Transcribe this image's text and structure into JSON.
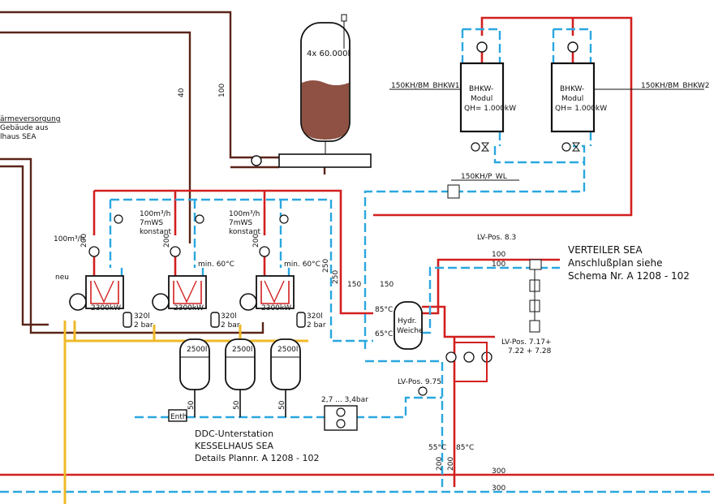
{
  "tank": {
    "capacity": "4x 60.000l"
  },
  "pipe_sizes": {
    "s40": "40",
    "s50": "50",
    "s100": "100",
    "s150": "150",
    "s200": "200",
    "s250": "250",
    "s300": "300"
  },
  "labels": {
    "heating_title": "ärmeversorgung",
    "heating_line2": "Gebäude aus",
    "heating_line3": "lhaus SEA",
    "softener": "Enth",
    "pressure_range": "2,7 ... 3,4bar",
    "lv_975": "LV-Pos. 9.75",
    "lv_717": "LV-Pos. 7.17+",
    "lv_722": "7.22 + 7.28",
    "lv_83": "LV-Pos. 8.3"
  },
  "boilers": [
    {
      "flow": "100m³/h",
      "tag": "neu",
      "power": "2300kW",
      "vessel": "320l",
      "pressure": "2 bar"
    },
    {
      "flow": "100m³/h",
      "head": "7mWS",
      "mode": "konstant",
      "min_temp": "min. 60°C",
      "power": "2300kW",
      "vessel": "320l",
      "pressure": "2 bar"
    },
    {
      "flow": "100m³/h",
      "head": "7mWS",
      "mode": "konstant",
      "min_temp": "min. 60°C",
      "power": "2300kW",
      "vessel": "320l",
      "pressure": "2 bar"
    }
  ],
  "buffer_tanks": [
    "2500l",
    "2500l",
    "2500l"
  ],
  "ddc": {
    "line1": "DDC-Unterstation",
    "line2": "KESSELHAUS SEA",
    "line3": "Details Plannr. A 1208 - 102"
  },
  "temps": {
    "t85": "85°C",
    "t65": "65°C",
    "t55": "55°C"
  },
  "separator": {
    "line1": "Hydr.",
    "line2": "Weiche"
  },
  "distributor": {
    "line1": "VERTEILER SEA",
    "line2": "Anschlußplan siehe",
    "line3": "Schema Nr. A 1208 - 102"
  },
  "bhkw": {
    "pump_tag": "150KH/P_WL",
    "modules": [
      {
        "tag": "150KH/BM_BHKW1",
        "line1": "BHKW-",
        "line2": "Modul",
        "power": "QH= 1.000kW"
      },
      {
        "tag": "150KH/BM_BHKW2",
        "line1": "BHKW-",
        "line2": "Modul",
        "power": "QH= 1.000kW"
      }
    ]
  },
  "colors": {
    "supply": "#d21f1f",
    "return": "#2aa7e0",
    "district": "#5a2418",
    "gas": "#efb928"
  }
}
